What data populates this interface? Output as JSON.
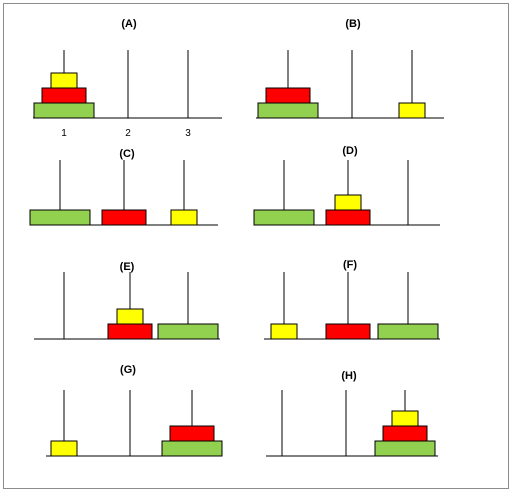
{
  "colors": {
    "green": "#92d050",
    "red": "#ff0000",
    "yellow": "#ffff00",
    "stroke": "#000000"
  },
  "peg_numbers": [
    "1",
    "2",
    "3"
  ],
  "panels": [
    {
      "label": "(A)",
      "pegs": [
        [
          "green",
          "red",
          "yellow"
        ],
        [],
        []
      ]
    },
    {
      "label": "(B)",
      "pegs": [
        [
          "green",
          "red"
        ],
        [],
        [
          "yellow"
        ]
      ]
    },
    {
      "label": "(C)",
      "pegs": [
        [
          "green"
        ],
        [
          "red"
        ],
        [
          "yellow"
        ]
      ]
    },
    {
      "label": "(D)",
      "pegs": [
        [
          "green"
        ],
        [
          "red",
          "yellow"
        ],
        []
      ]
    },
    {
      "label": "(E)",
      "pegs": [
        [],
        [
          "red",
          "yellow"
        ],
        [
          "green"
        ]
      ]
    },
    {
      "label": "(F)",
      "pegs": [
        [
          "yellow"
        ],
        [
          "red"
        ],
        [
          "green"
        ]
      ]
    },
    {
      "label": "(G)",
      "pegs": [
        [
          "yellow"
        ],
        [],
        [
          "green",
          "red"
        ]
      ]
    },
    {
      "label": "(H)",
      "pegs": [
        [],
        [],
        [
          "green",
          "red",
          "yellow"
        ]
      ]
    }
  ]
}
